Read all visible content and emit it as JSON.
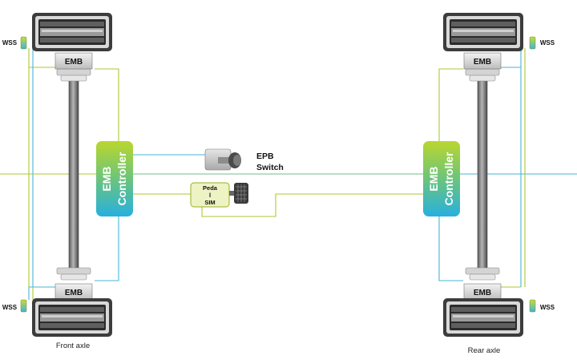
{
  "controllers": {
    "label_line1": "EMB",
    "label_line2": "Controller"
  },
  "emb_label": "EMB",
  "wss_label": "WSS",
  "epb": {
    "line1": "EPB",
    "line2": "Switch"
  },
  "pedal_sim": {
    "line1": "Peda",
    "line2": "l",
    "line3": "SIM"
  },
  "axles": {
    "front": "Front axle",
    "rear": "Rear axle"
  },
  "colors": {
    "controller_top": "#b7d531",
    "controller_bottom": "#2bb3dc",
    "line_green": "#a9c932",
    "line_blue": "#49b3da",
    "pedal_fill": "#eef3c4",
    "pedal_border": "#9ab21c"
  }
}
